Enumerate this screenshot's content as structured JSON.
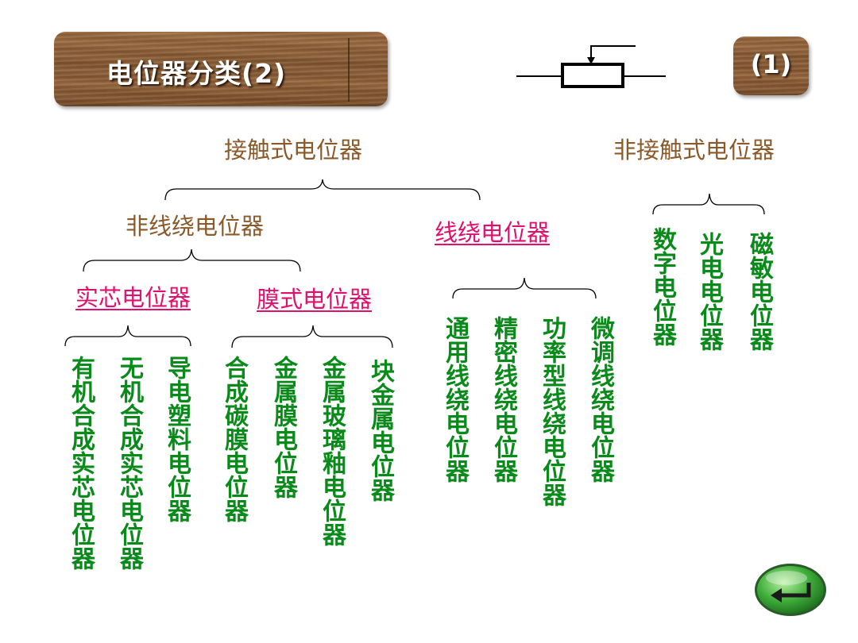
{
  "header": {
    "title": "电位器分类(2)",
    "page_indicator": "(1)"
  },
  "symbol": {
    "icon": "potentiometer-symbol-icon"
  },
  "tree": {
    "contact": "接触式电位器",
    "non_contact": "非接触式电位器",
    "non_wirewound": "非线绕电位器",
    "wirewound": "线绕电位器",
    "solid_core": "实芯电位器",
    "film": "膜式电位器",
    "solid_core_items": [
      "有机合成实芯电位器",
      "无机合成实芯电位器",
      "导电塑料电位器"
    ],
    "film_items": [
      "合成碳膜电位器",
      "金属膜电位器",
      "金属玻璃釉电位器",
      "块金属电位器"
    ],
    "wirewound_items": [
      "通用线绕电位器",
      "精密线绕电位器",
      "功率型线绕电位器",
      "微调线绕电位器"
    ],
    "non_contact_items": [
      "数字电位器",
      "光电电位器",
      "磁敏电位器"
    ]
  },
  "colors": {
    "category_brown": "#8b5a2b",
    "link_pink": "#e0106e",
    "leaf_green": "#0a8a1a"
  },
  "nav": {
    "back_icon": "return-arrow-icon"
  }
}
